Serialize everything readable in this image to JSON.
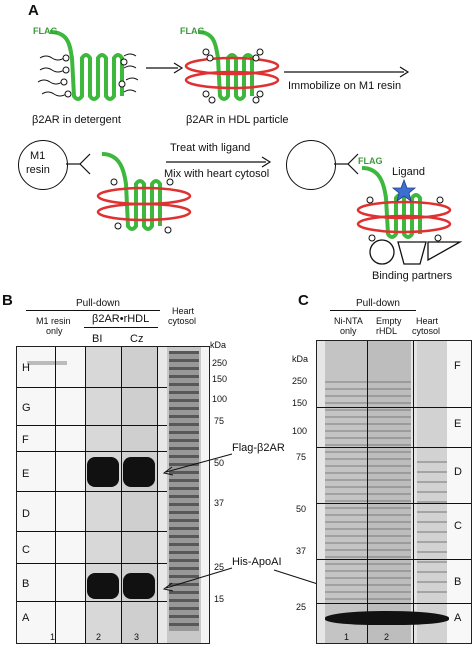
{
  "panelA": {
    "letter": "A",
    "flag": "FLAG",
    "detergent_label": "β2AR in detergent",
    "hdl_label": "β2AR in HDL particle",
    "immobilize": "Immobilize on M1 resin",
    "m1_resin": [
      "M1",
      "resin"
    ],
    "treat": "Treat with ligand",
    "mix": "Mix with heart cytosol",
    "ligand": "Ligand",
    "binding_partners": "Binding partners"
  },
  "panelB": {
    "letter": "B",
    "pulldown": "Pull-down",
    "m1_only": [
      "M1 resin",
      "only"
    ],
    "b2ar_rhdl": "β2AR•rHDL",
    "bi": "BI",
    "cz": "Cz",
    "heart": [
      "Heart",
      "cytosol"
    ],
    "kda": "kDa",
    "markers": [
      "250",
      "150",
      "100",
      "75",
      "50",
      "37",
      "25",
      "15"
    ],
    "rows": [
      "H",
      "G",
      "F",
      "E",
      "D",
      "C",
      "B",
      "A"
    ],
    "lanes": [
      "1",
      "2",
      "3"
    ],
    "flag_b2ar": "Flag-β2AR",
    "his_apoai": "His-ApoAI"
  },
  "panelC": {
    "letter": "C",
    "pulldown": "Pull-down",
    "ninta": [
      "Ni-NTA",
      "only"
    ],
    "empty": [
      "Empty",
      "rHDL"
    ],
    "heart": [
      "Heart",
      "cytosol"
    ],
    "kda": "kDa",
    "markers": [
      "250",
      "150",
      "100",
      "75",
      "50",
      "37",
      "25"
    ],
    "rows": [
      "F",
      "E",
      "D",
      "C",
      "B",
      "A"
    ],
    "lanes": [
      "1",
      "2"
    ]
  }
}
